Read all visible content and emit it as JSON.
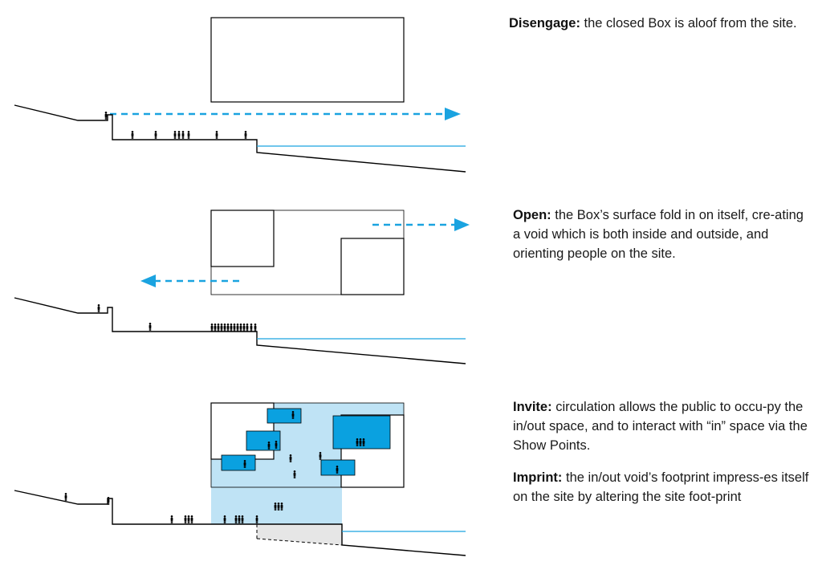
{
  "colors": {
    "accent": "#1aa3e0",
    "void_fill": "#bfe3f5",
    "show_point": "#0aa1e0",
    "footprint": "#e6e6e6",
    "line": "#000000"
  },
  "panels": [
    {
      "id": "disengage",
      "title": "Disengage:",
      "text": "the closed Box is aloof from the site."
    },
    {
      "id": "open",
      "title": "Open:",
      "text": "the Box’s surface fold in on itself, cre-ating a void which is both inside and outside, and orienting people on the site."
    },
    {
      "id": "invite",
      "title": "Invite:",
      "text": "circulation allows the public to occu-py the in/out space, and to interact with “in” space via the Show Points."
    },
    {
      "id": "imprint",
      "title": "Imprint:",
      "text": "the in/out void’s footprint impress-es itself on the site by altering the site foot-print"
    }
  ]
}
